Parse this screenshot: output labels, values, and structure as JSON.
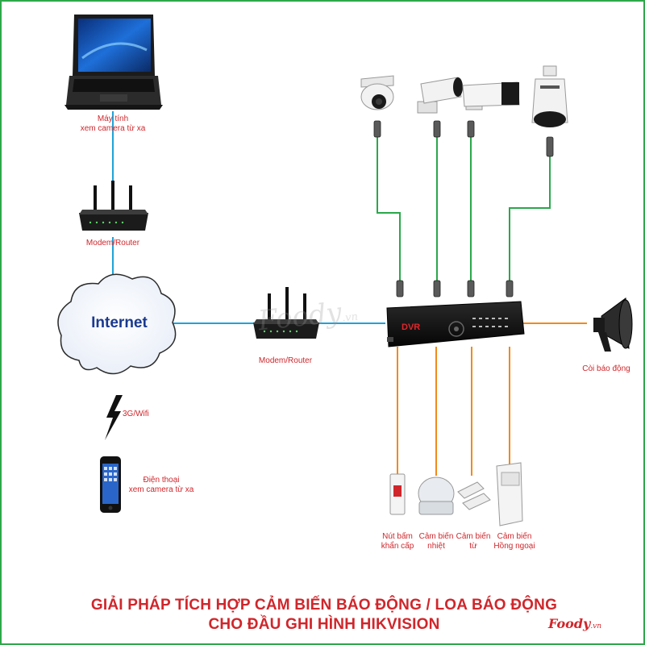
{
  "labels": {
    "laptop": "Máy tính\nxem camera từ xa",
    "router_top": "Modem/Router",
    "internet": "Internet",
    "router_mid": "Modem/Router",
    "wireless": "3G/Wifi",
    "phone": "Điện thoại\nxem camera từ xa",
    "dvr": "DVR",
    "siren": "Còi báo động",
    "sensor_panic": "Nút bấm\nkhẩn cấp",
    "sensor_heat": "Cảm biến\nnhiệt",
    "sensor_magnetic": "Cảm biến\ntừ",
    "sensor_infrared": "Cảm biến\nHồng ngoại"
  },
  "title": {
    "line1": "GIẢI PHÁP TÍCH HỢP CẢM BIẾN BÁO ĐỘNG / LOA BÁO ĐỘNG",
    "line2": "CHO ĐẦU GHI HÌNH HIKVISION"
  },
  "watermark": {
    "brand": "Foody",
    "suffix": ".vn"
  },
  "colors": {
    "network_line": "#1fa3d8",
    "camera_line": "#2aa84a",
    "sensor_line": "#f08a1c",
    "label_red": "#d0262b",
    "internet_blue": "#1a3a8f",
    "frame_green": "#2fa84a"
  },
  "icons": {
    "laptop": "laptop-icon",
    "router": "router-icon",
    "cloud": "cloud-icon",
    "lightning": "lightning-icon",
    "phone": "smartphone-icon",
    "dvr": "dvr-recorder-icon",
    "siren": "siren-icon",
    "camera_dome": "dome-camera-icon",
    "camera_bullet": "bullet-camera-icon",
    "camera_ptz": "ptz-camera-icon",
    "sensor_panic": "panic-button-icon",
    "sensor_heat": "heat-sensor-icon",
    "sensor_magnetic": "magnetic-sensor-icon",
    "sensor_infrared": "pir-sensor-icon"
  }
}
